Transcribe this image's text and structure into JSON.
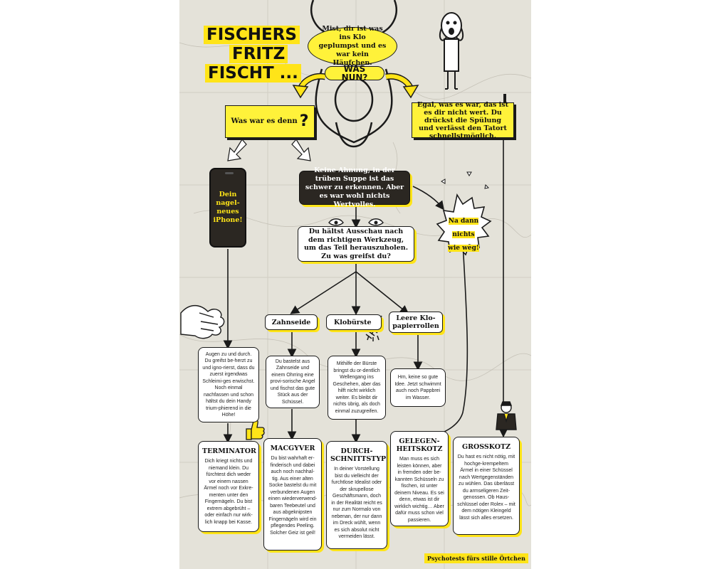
{
  "title": [
    "FISCHERS",
    "FRITZ",
    "FISCHT ..."
  ],
  "start": {
    "text": "Mist, dir ist was ins Klo geplumpst und es war kein Häufchen.",
    "question": "WAS NUN?"
  },
  "branch_left": {
    "text": "Was war es denn",
    "mark": "?"
  },
  "branch_right": {
    "text": "Egal, was es war, das ist es dir nicht wert. Du drückst die Spülung und verlässt den Tatort schnellstmöglich.",
    "mark": "!"
  },
  "phone": {
    "text": "Dein nagel-neues iPhone!"
  },
  "unknown": {
    "text": "Keine Ahnung, in der trüben Suppe ist das schwer zu erkennen. Aber es war wohl nichts Wertvolles."
  },
  "gone": {
    "text": "Na dann nichts wie weg!"
  },
  "tool_question": {
    "text": "Du hältst Ausschau nach dem richtigen Werkzeug, um das Teil herauszuholen. Zu was greifst du?"
  },
  "tools": [
    {
      "label": "Zahnseide"
    },
    {
      "label": "Klobürste"
    },
    {
      "label": "Leere Klo-papierrollen"
    }
  ],
  "steps": {
    "hand": "Augen zu und durch. Du greifst be-herzt zu und igno-rierst, dass du zuerst irgendwas Schleimi-ges erwischst. Noch einmal nachfassen und schon hältst du dein Handy trium-phierend in die Höhe!",
    "zahnseide": "Du bastelst aus Zahnseide und einem Ohrring eine provi-sorische Angel und fischst das gute Stück aus der Schüssel.",
    "klobuerste": "Mithilfe der Bürste bringst du or-dentlich Wellengang ins Geschehen, aber das hilft nicht wirklich weiter. Es bleibt dir nichts übrig, als doch einmal zuzugreifen.",
    "rollen": "Hm, keine so gute Idee. Jetzt schwimmt auch noch Pappbrei im Wasser."
  },
  "results": [
    {
      "title": "TERMINATOR",
      "text": "Dich kriegt nichts und niemand klein. Du fürchtest dich weder vor einem nassen Ärmel noch vor Exkre-menten unter den Fingernägeln. Du bist extrem abgebrüht – oder einfach nur wirk-lich knapp bei Kasse."
    },
    {
      "title": "MACGYVER",
      "text": "Du bist wahrhaft er-finderisch und dabei auch noch nachhal-tig. Aus einer alten Socke bastelst du mit verbundenen Augen einen wiederverwend-baren Teebeutel und aus abgeknipsten Fingernägeln wird ein pflegendes Peeling. Solcher Geiz ist geil!"
    },
    {
      "title": "DURCH-SCHNITTSTYP",
      "text": "In deiner Vorstellung bist du vielleicht der furchtlose Idealist oder der skrupellose Geschäftsmann, doch in der Realität reicht es nur zum Normalo von nebenan, der nur dann im Dreck wühlt, wenn es sich absolut nicht vermeiden lässt."
    },
    {
      "title": "GELEGEN-HEITSKOTZ",
      "text": "Man muss es sich leisten können, aber in fremden oder be-kannten Schüsseln zu fischen, ist unter deinem Niveau. Es sei denn, etwas ist dir wirklich wichtig… Aber dafür muss schon viel passieren."
    },
    {
      "title": "GROSSKOTZ",
      "text": "Du hast es nicht nötig, mit hochge-krempeltem Ärmel in einer Schüssel nach Wertgegenständen zu wühlen. Das überlässt du armseligeren Zeit-genossen. Ob Haus-schlüssel oder Rolex – mit dem nötigen Kleingeld lässt sich alles ersetzen."
    }
  ],
  "footer": "Psychotests fürs stille Örtchen",
  "colors": {
    "accent": "#ffe418",
    "ink": "#1a1a1a",
    "marble": "#e4e2d9",
    "dark_box": "#2b2722"
  }
}
